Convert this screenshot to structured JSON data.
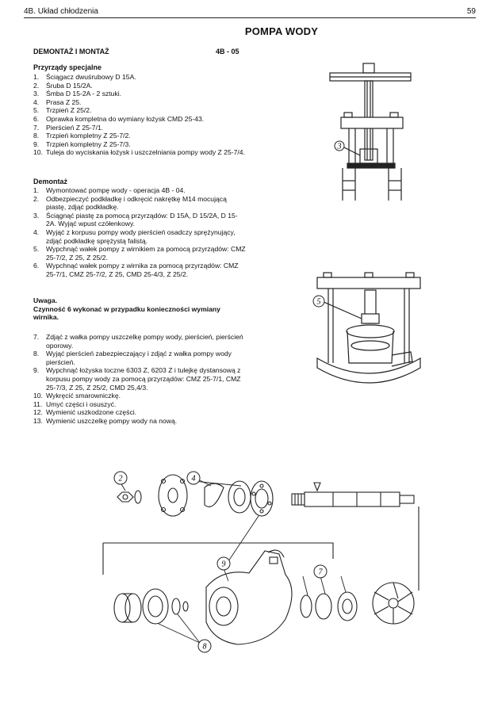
{
  "header": {
    "chapter": "4B. Układ chłodzenia",
    "page_number": "59"
  },
  "title": "POMPA WODY",
  "section": {
    "heading": "DEMONTAŻ I MONTAŻ",
    "code": "4B - 05"
  },
  "tools": {
    "heading": "Przyrządy specjalne",
    "items": [
      {
        "n": "1.",
        "text": "Ściągacz dwuśrubowy D 15A."
      },
      {
        "n": "2.",
        "text": "Śruba D 15/2A."
      },
      {
        "n": "3.",
        "text": "Śmba D 15-2A - 2 sztuki."
      },
      {
        "n": "4.",
        "text": "Prasa Z 25."
      },
      {
        "n": "5.",
        "text": "Trzpień Z 25/2."
      },
      {
        "n": "6.",
        "text": "Oprawka kompletna do wymiany łożysk CMD 25-43."
      },
      {
        "n": "7.",
        "text": "Pierścień Z 25-7/1."
      },
      {
        "n": "8.",
        "text": "Trzpień kompletny Z 25-7/2."
      },
      {
        "n": "9.",
        "text": "Trzpień kompletny Z 25-7/3."
      },
      {
        "n": "10.",
        "text": "Tuleja do wyciskania łożysk i uszczelniania pompy wody Z 25-7/4."
      }
    ]
  },
  "demontaz": {
    "heading": "Demontaż",
    "items": [
      {
        "n": "1.",
        "text": "Wymontować pompę wody - operacja 4B - 04."
      },
      {
        "n": "2.",
        "text": "Odbezpieczyć podkładkę i odkręcić nakrętkę M14 mocującą piastę, zdjąć podkładkę."
      },
      {
        "n": "3.",
        "text": "Ściągnąć piastę za pomocą przyrządów: D 15A, D 15/2A, D 15-2A. Wyjąć wpust czółenkowy."
      },
      {
        "n": "4.",
        "text": "Wyjąć z korpusu pompy wody pierścień osadczy sprężynujący, zdjąć podkładkę sprężystą falistą."
      },
      {
        "n": "5.",
        "text": "Wypchnąć wałek pompy z wirnikiem za pomocą przyrządów: CMZ 25-7/2, Z 25, Z 25/2."
      },
      {
        "n": "6.",
        "text": "Wypchnąć wałek pompy z wirnika za pomocą przyrządów: CMZ 25-7/1, CMZ 25-7/2, Z 25, CMD 25-4/3, Z 25/2."
      }
    ]
  },
  "uwaga": {
    "heading": "Uwaga.",
    "text": "Czynność 6 wykonać w przypadku konieczności wymiany wirnika."
  },
  "steps": {
    "items": [
      {
        "n": "7.",
        "text": "Zdjąć z wałka pompy uszczelkę pompy wody, pierścień, pierścień oporowy."
      },
      {
        "n": "8.",
        "text": "Wyjąć pierścień zabezpieczający i zdjąć z wałka pompy wody pierścień."
      },
      {
        "n": "9.",
        "text": "Wypchnąć łożyska toczne 6303 Z, 6203 Z i tulejkę dystansową z korpusu pompy wody za pomocą przyrządów: CMZ 25-7/1, CMZ 25-7/3, Z 25, Z 25/2, CMD 25,4/3."
      },
      {
        "n": "10.",
        "text": "Wykręcić smarowniczkę."
      },
      {
        "n": "11.",
        "text": "Umyć części i osuszyć."
      },
      {
        "n": "12.",
        "text": "Wymienić uszkodzone części."
      },
      {
        "n": "13.",
        "text": "Wymienić uszczelkę pompy wody na nową."
      }
    ]
  },
  "figures": {
    "puller_callout": "3",
    "press_callout": "5",
    "exploded_callouts": [
      "2",
      "4",
      "9",
      "7",
      "8"
    ]
  }
}
